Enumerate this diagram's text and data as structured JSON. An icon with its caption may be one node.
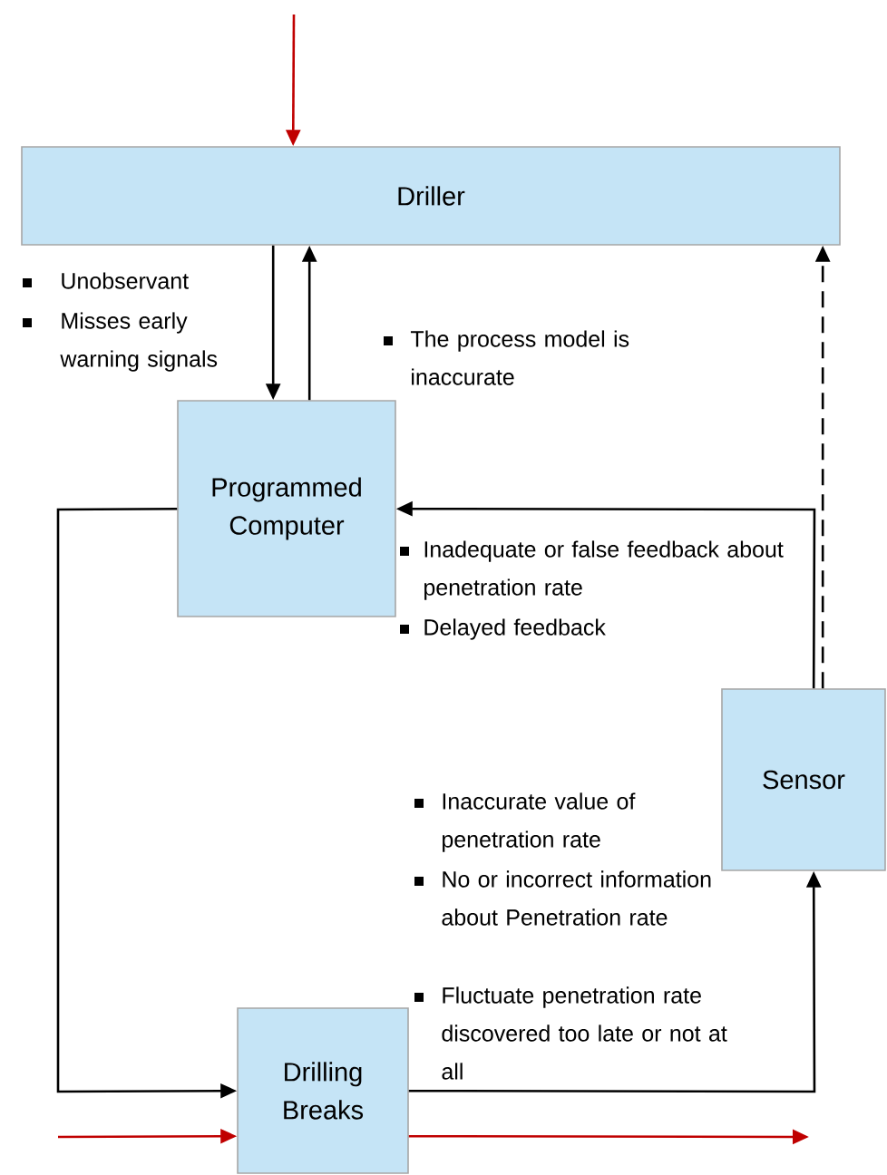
{
  "diagram": {
    "nodes": [
      {
        "text": [
          "Driller"
        ]
      },
      {
        "text": [
          "Programmed Computer"
        ]
      },
      {
        "text": [
          "Sensor"
        ]
      },
      {
        "text": [
          "Drilling Breaks"
        ]
      }
    ],
    "edges": [
      {
        "from": null,
        "to": 0,
        "arrow": "to",
        "color": "#c00000"
      },
      {
        "from": 0,
        "to": 1,
        "arrow": "to"
      },
      {
        "from": 1,
        "to": 0,
        "arrow": "to"
      },
      {
        "from": 2,
        "to": 0,
        "arrow": "to",
        "style": "dashed"
      },
      {
        "from": 2,
        "to": 1,
        "arrow": "to"
      },
      {
        "from": 1,
        "to": 3,
        "arrow": "to"
      },
      {
        "from": 3,
        "to": 2,
        "arrow": "to"
      },
      {
        "from": null,
        "to": 3,
        "arrow": "to",
        "color": "#c00000"
      },
      {
        "from": 3,
        "to": null,
        "arrow": "to",
        "color": "#c00000"
      }
    ],
    "labels": [
      "Unobservant",
      "Misses early warning signals",
      "The process model is inaccurate",
      "Inadequate or false feedback about penetration rate",
      "Delayed feedback",
      "Inaccurate value of penetration rate",
      "No or incorrect information about Penetration rate",
      "Fluctuate penetration rate discovered too late or not at all"
    ]
  }
}
